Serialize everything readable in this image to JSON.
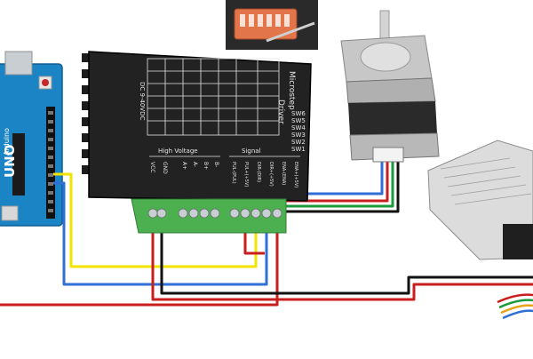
{
  "arduino": {
    "label_uno": "UNO",
    "label_arduino": "Arduino",
    "color": "#1b84c4"
  },
  "driver": {
    "title_line1": "Microstep",
    "title_line2": "Driver",
    "voltage": "DC 9-40VDC",
    "group_high_voltage": "High Voltage",
    "group_signal": "Signal",
    "pin_vcc": "VCC",
    "pin_gnd": "GND",
    "pin_a_plus": "A+",
    "pin_a_minus": "A-",
    "pin_b_plus": "B+",
    "pin_b_minus": "B-",
    "pin_pul": "PUL-(PUL)",
    "pin_pul_plus": "PUL+(+5V)",
    "pin_dir": "DIR-(DIR)",
    "pin_dir_plus": "DIR+(+5V)",
    "pin_ena": "ENA-(ENA)",
    "pin_ena_plus": "ENA+(+5V)",
    "switches": [
      "SW6",
      "SW5",
      "SW4",
      "SW3",
      "SW2",
      "SW1"
    ],
    "color": "#222222",
    "terminal_color": "#4caf50"
  },
  "wire_colors": {
    "yellow": "#f2e300",
    "blue": "#2f6fd6",
    "red": "#c81e1e",
    "black": "#111111",
    "green": "#1a9a3a"
  }
}
